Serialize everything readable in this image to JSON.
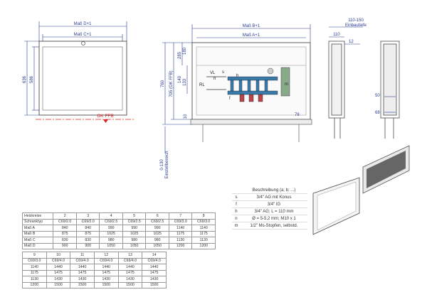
{
  "front_view": {
    "dim_width_outer": "Maß D+1",
    "dim_width_inner": "Maß C+1",
    "dim_height_outer": "636",
    "dim_height_inner": "586",
    "floor_label": "OK FFB"
  },
  "interior_view": {
    "dim_width_outer": "Maß B+1",
    "dim_width_inner": "Maß A+1",
    "dim_285": "285",
    "dim_180": "180",
    "dim_140": "140",
    "dim_133": "133",
    "dim_705": "705 (OK FFB)",
    "dim_760": "760",
    "dim_10": "10",
    "dim_78": "78",
    "adjust_range": "0-130",
    "adjust_label": "Einstellbereich",
    "labels": {
      "vl": "VL",
      "rl": "RL",
      "s": "s",
      "n": "n",
      "h": "h",
      "f": "f",
      "m": "m"
    }
  },
  "side_view": {
    "depth_range": "110-150",
    "depth_label": "Einbautiefe",
    "dim_110": "110",
    "dim_12": "12",
    "dim_50": "50",
    "dim_68": "68"
  },
  "legend": {
    "header": "Beschreibung (a; b; ...)",
    "rows": [
      {
        "k": "s",
        "v": "3/4\" AG mit Konus"
      },
      {
        "k": "f",
        "v": "3/4\" IG"
      },
      {
        "k": "h",
        "v": "3/4\" AG; L = 110 mm"
      },
      {
        "k": "n",
        "v": "Ø = 5-5,2 mm; M10 x 1"
      },
      {
        "k": "m",
        "v": "1/2\" Ms-Stopfen, selbstd."
      }
    ]
  },
  "table1": {
    "rows": [
      [
        "Heizkreise",
        "2",
        "3",
        "4",
        "5",
        "6",
        "7",
        "8"
      ],
      [
        "Schranktyp",
        "C69/2.0",
        "C69/2.0",
        "C69/2.5",
        "C69/2.5",
        "C69/2.5",
        "C69/3.0",
        "C69/3.0"
      ],
      [
        "Maß A",
        "840",
        "840",
        "990",
        "990",
        "990",
        "1140",
        "1140"
      ],
      [
        "Maß B",
        "875",
        "875",
        "1025",
        "1025",
        "1025",
        "1175",
        "1175"
      ],
      [
        "Maß C",
        "830",
        "830",
        "980",
        "980",
        "980",
        "1130",
        "1130"
      ],
      [
        "Maß D",
        "900",
        "900",
        "1050",
        "1050",
        "1050",
        "1200",
        "1200"
      ]
    ]
  },
  "table2": {
    "rows": [
      [
        "9",
        "10",
        "11",
        "12",
        "13",
        "14"
      ],
      [
        "C69/3.0",
        "C69/4.0",
        "C69/4.0",
        "C69/4.0",
        "C69/4.0",
        "C69/4.0"
      ],
      [
        "1140",
        "1440",
        "1440",
        "1440",
        "1440",
        "1440"
      ],
      [
        "1175",
        "1475",
        "1475",
        "1475",
        "1475",
        "1475"
      ],
      [
        "1130",
        "1430",
        "1430",
        "1430",
        "1430",
        "1430"
      ],
      [
        "1200",
        "1500",
        "1500",
        "1500",
        "1500",
        "1500"
      ]
    ]
  },
  "colors": {
    "dim": "#2a3a8f",
    "floor": "#e02020",
    "line": "#333333"
  }
}
